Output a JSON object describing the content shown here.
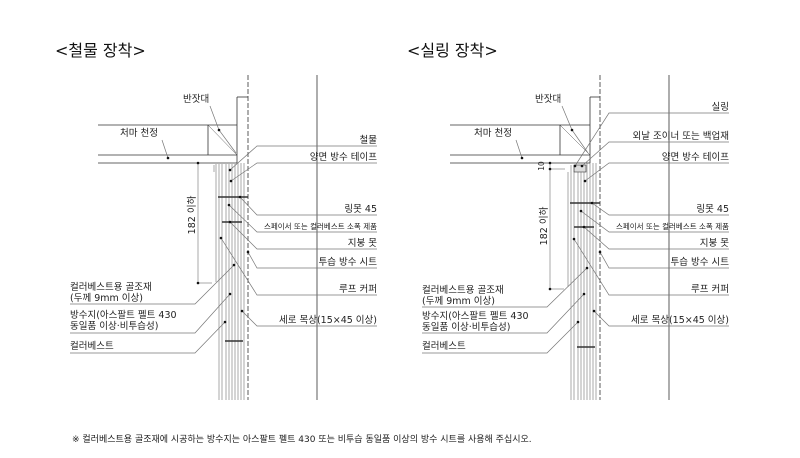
{
  "left": {
    "title": "<철물 장착>",
    "labels": {
      "fascia": "반잣대",
      "eave_ceiling": "처마 천정",
      "dimension": "182 이하",
      "hardware": "철물",
      "double_tape": "양면 방수 테이프",
      "ring_nail": "링못 45",
      "spacer": "스페이서 또는 컬러베스트 소폭 제품",
      "roof_nail": "지붕 못",
      "breathable_sheet": "투습 방수 시트",
      "roof_cover": "루프 커퍼",
      "vertical_batten": "세로 목상(15×45 이상)",
      "frame_line1": "컬러베스트용 골조재",
      "frame_line2": "(두께 9mm 이상)",
      "felt_line1": "방수지(아스팔트 펠트 430",
      "felt_line2": "동일품 이상·비투습성)",
      "colorbest": "컬러베스트"
    }
  },
  "right": {
    "title": "<실링 장착>",
    "labels": {
      "fascia": "반잣대",
      "eave_ceiling": "처마 천정",
      "dimension": "182 이하",
      "gap": "10",
      "sealing": "실링",
      "joiner": "외날 조이너 또는 백업재",
      "double_tape": "양면 방수 테이프",
      "ring_nail": "링못 45",
      "spacer": "스페이서 또는 컬러베스트 소폭 제품",
      "roof_nail": "지붕 못",
      "breathable_sheet": "투습 방수 시트",
      "roof_cover": "루프 커퍼",
      "vertical_batten": "세로 목상(15×45 이상)",
      "frame_line1": "컬러베스트용 골조재",
      "frame_line2": "(두께 9mm 이상)",
      "felt_line1": "방수지(아스팔트 펠트 430",
      "felt_line2": "동일품 이상·비투습성)",
      "colorbest": "컬러베스트"
    }
  },
  "footnote": "※ 컬러베스트용 골조재에 시공하는 방수지는 아스팔트 펠트 430 또는 비투습 동일품 이상의 방수 시트를 사용해 주십시오."
}
